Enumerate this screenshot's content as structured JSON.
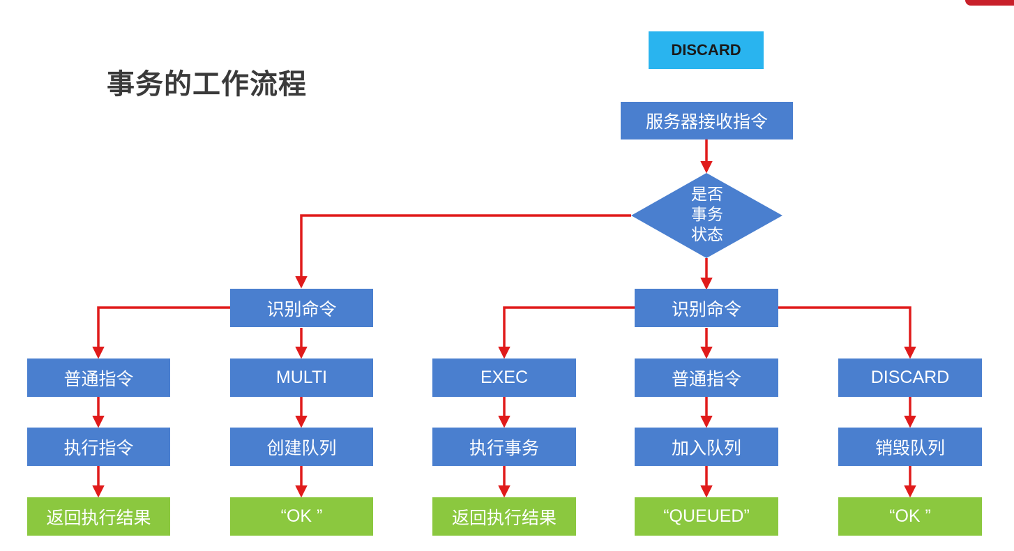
{
  "title": "事务的工作流程",
  "badge": "DISCARD",
  "server_receive": "服务器接收指令",
  "decision": {
    "line1": "是否",
    "line2": "事务",
    "line3": "状态"
  },
  "left_identify": "识别命令",
  "right_identify": "识别命令",
  "columns": [
    {
      "cmd": "普通指令",
      "action": "执行指令",
      "result": "返回执行结果"
    },
    {
      "cmd": "MULTI",
      "action": "创建队列",
      "result": "“OK ”"
    },
    {
      "cmd": "EXEC",
      "action": "执行事务",
      "result": "返回执行结果"
    },
    {
      "cmd": "普通指令",
      "action": "加入队列",
      "result": "“QUEUED”"
    },
    {
      "cmd": "DISCARD",
      "action": "销毁队列",
      "result": "“OK ”"
    }
  ],
  "colors": {
    "node": "#4a7fcf",
    "result": "#8bc83f",
    "arrow": "#e01b1b",
    "badge": "#29b4ef"
  }
}
